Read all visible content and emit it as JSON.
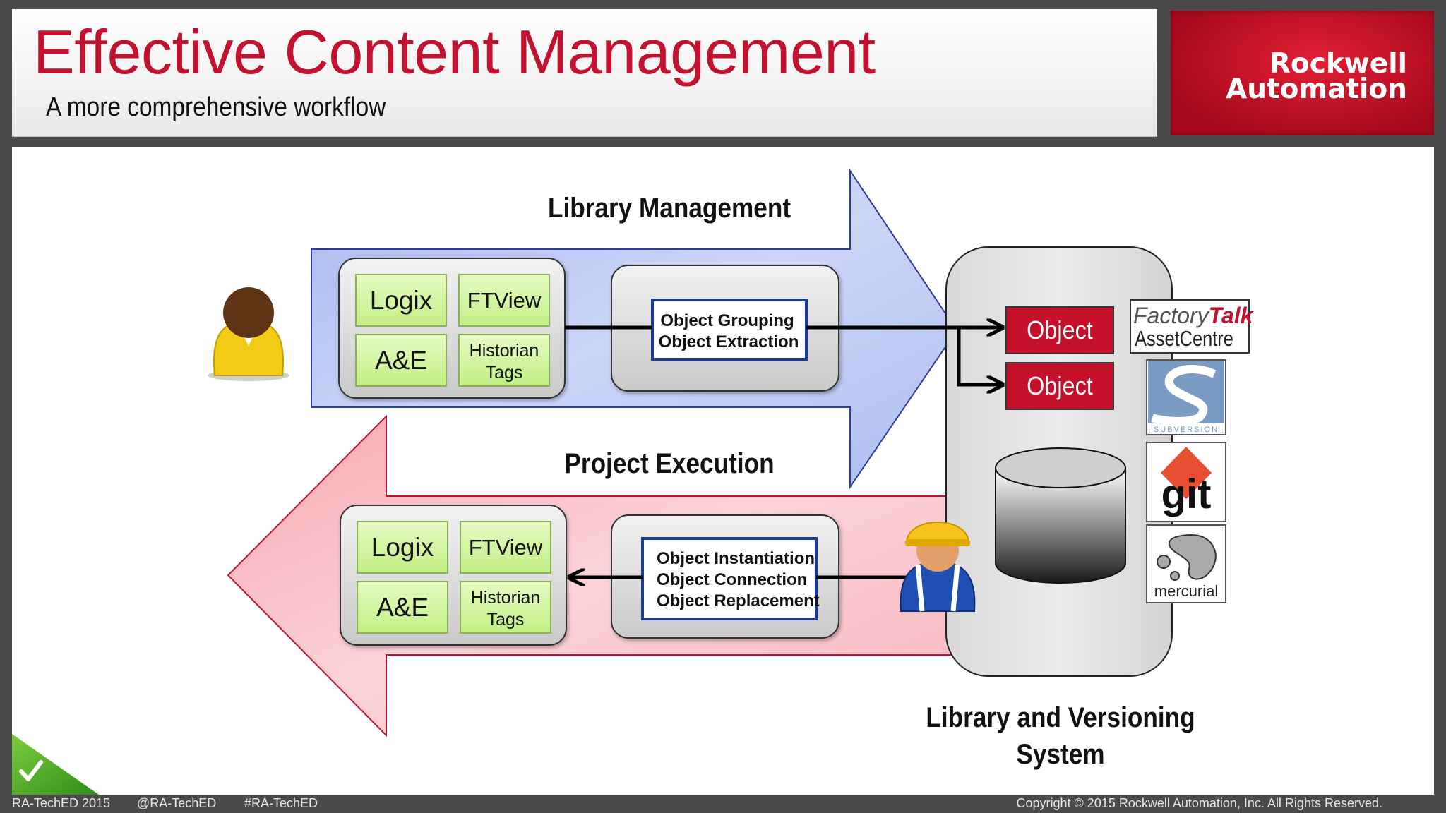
{
  "header": {
    "title": "Effective Content Management",
    "subtitle": "A more comprehensive workflow"
  },
  "logo": {
    "line1": "Rockwell",
    "line2": "Automation"
  },
  "diagram": {
    "library_management": {
      "title": "Library Management",
      "items": {
        "logix": "Logix",
        "ftview": "FTView",
        "ae": "A&E",
        "historian_1": "Historian",
        "historian_2": "Tags"
      },
      "process_1": "Object Grouping",
      "process_2": "Object Extraction"
    },
    "project_execution": {
      "title": "Project Execution",
      "items": {
        "logix": "Logix",
        "ftview": "FTView",
        "ae": "A&E",
        "historian_1": "Historian",
        "historian_2": "Tags"
      },
      "process_1": "Object Instantiation",
      "process_2": "Object Connection",
      "process_3": "Object Replacement"
    },
    "system": {
      "object_1": "Object",
      "object_2": "Object",
      "label_1": "Library and Versioning",
      "label_2": "System"
    },
    "tools": {
      "factorytalk_1": "Factory",
      "factorytalk_2": "Talk",
      "assetcentre": "AssetCentre",
      "subversion": "SUBVERSION",
      "git": "git",
      "mercurial": "mercurial"
    }
  },
  "footer": {
    "event": "RA-TechED 2015",
    "handle": "@RA-TechED",
    "hashtag": "#RA-TechED",
    "copyright": "Copyright © 2015 Rockwell Automation, Inc. All Rights Reserved."
  },
  "colors": {
    "brand_red": "#c2122f",
    "blue_arrow": "#c8d4f6",
    "red_arrow": "#f9c6cc",
    "box_green": "#d6f7a4"
  }
}
